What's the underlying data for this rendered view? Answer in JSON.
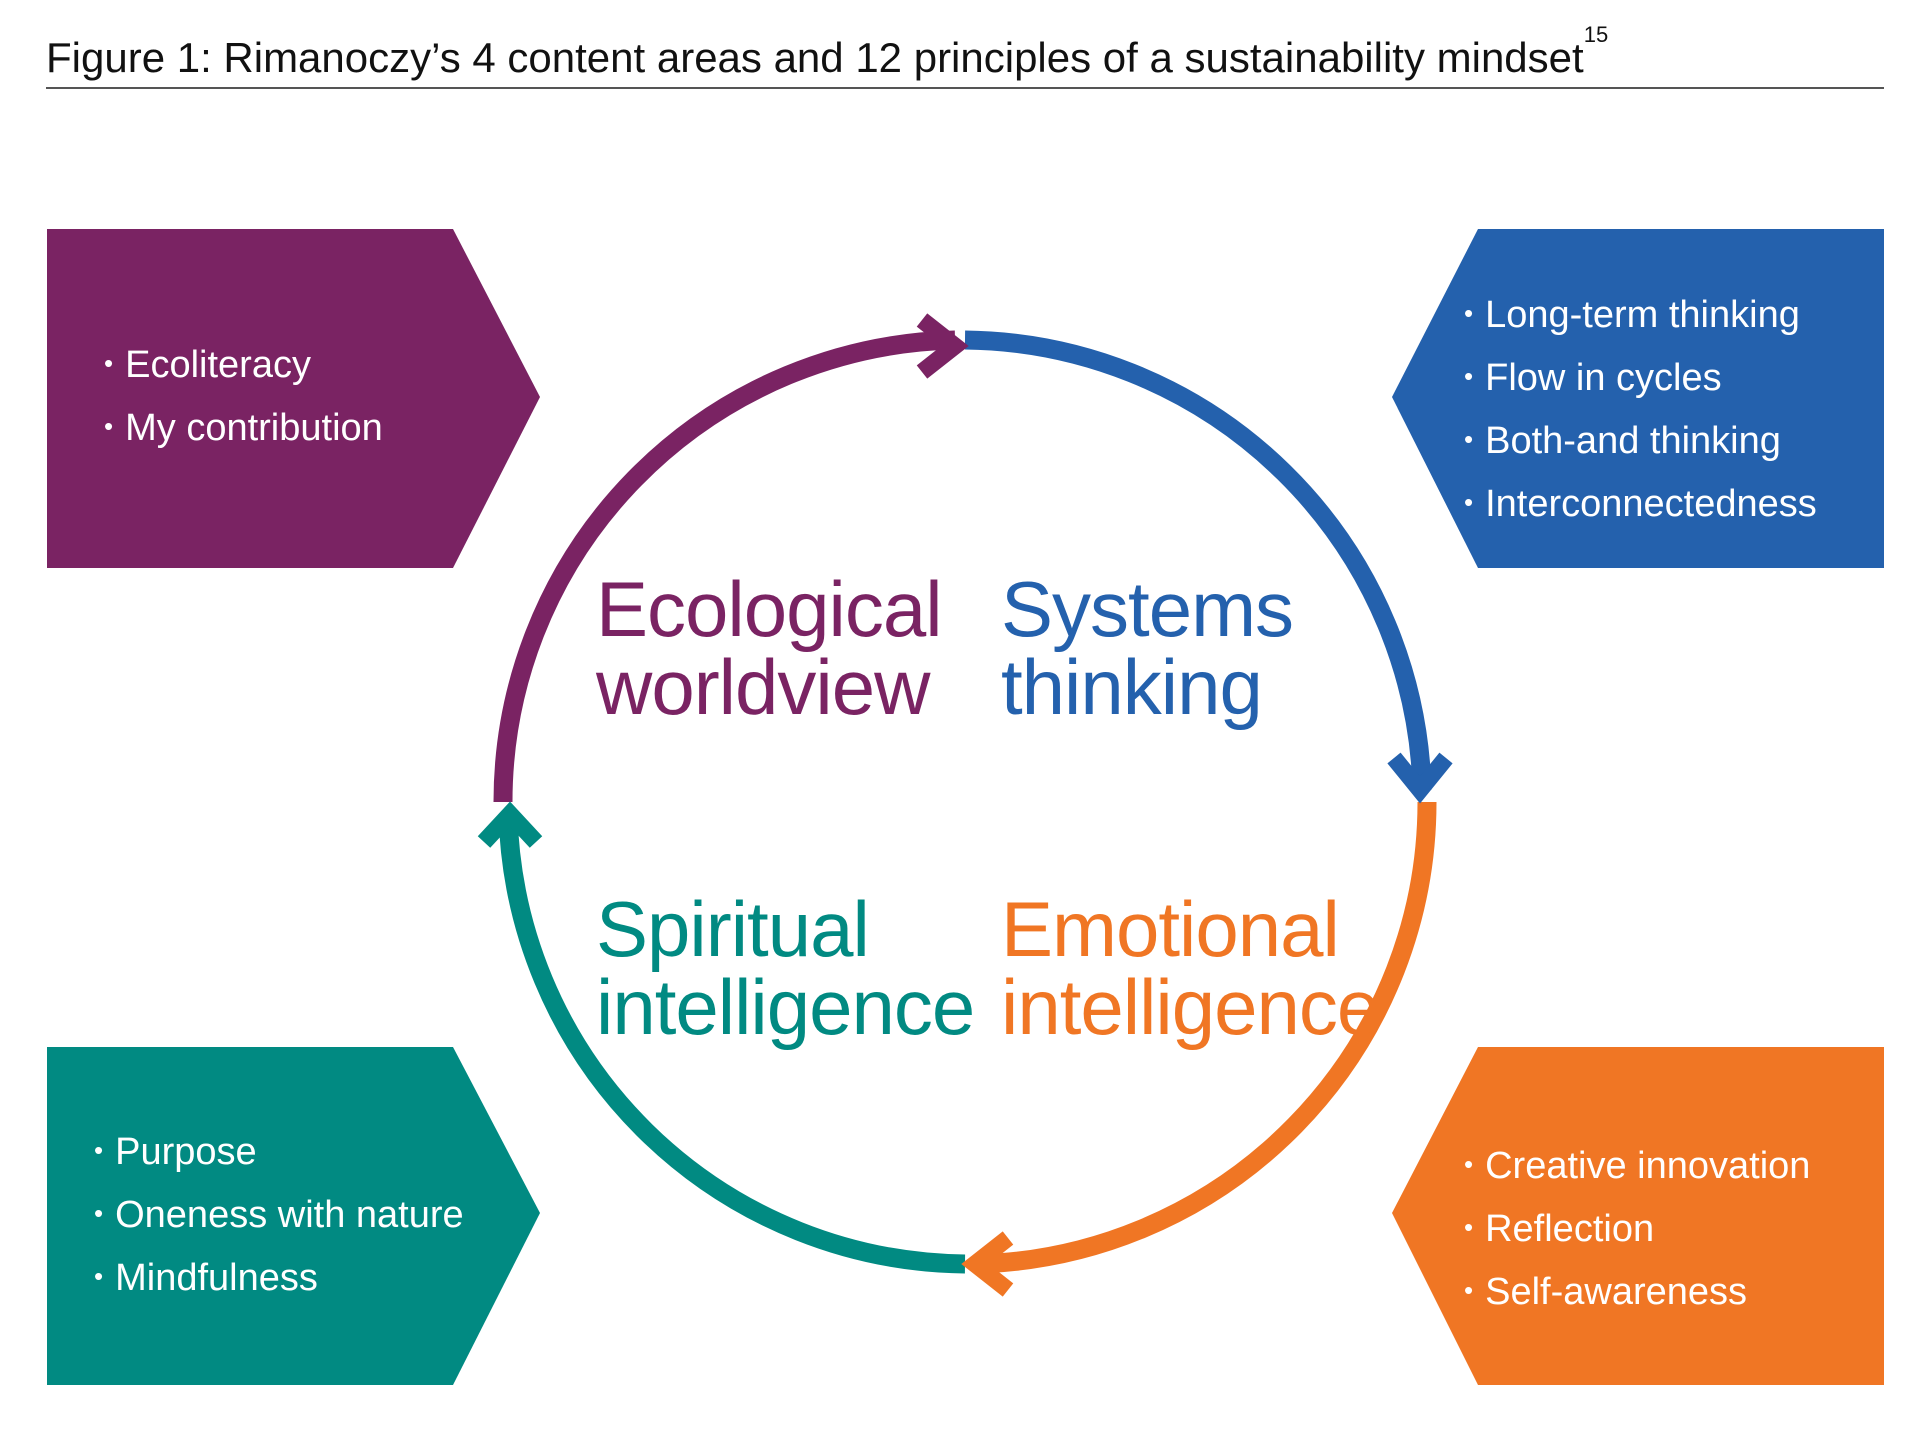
{
  "title": {
    "text": "Figure 1: Rimanoczy’s 4 content areas and 12 principles of a sustainability mindset",
    "footnote": "15"
  },
  "colors": {
    "ecological": "#7a2363",
    "systems": "#2461ad",
    "emotional": "#f07624",
    "spiritual": "#018a82"
  },
  "areas": {
    "ecological": {
      "line1": "Ecological",
      "line2": "worldview"
    },
    "systems": {
      "line1": "Systems",
      "line2": "thinking"
    },
    "spiritual": {
      "line1": "Spiritual",
      "line2": "intelligence"
    },
    "emotional": {
      "line1": "Emotional",
      "line2": "intelligence"
    }
  },
  "principles": {
    "ecological": [
      "Ecoliteracy",
      "My contribution"
    ],
    "systems": [
      "Long-term thinking",
      "Flow in cycles",
      "Both-and thinking",
      "Interconnectedness"
    ],
    "spiritual": [
      "Purpose",
      "Oneness with nature",
      "Mindfulness"
    ],
    "emotional": [
      "Creative innovation",
      "Reflection",
      "Self-awareness"
    ]
  }
}
